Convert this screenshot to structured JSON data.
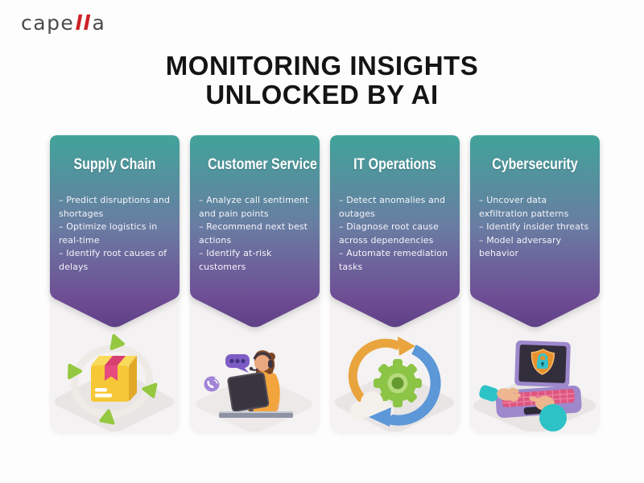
{
  "logo": {
    "prefix": "cape",
    "accent": "ll",
    "suffix": "a"
  },
  "title": {
    "line1": "MONITORING INSIGHTS",
    "line2": "UNLOCKED BY AI"
  },
  "colors": {
    "banner_gradient_top": "#41A39A",
    "banner_gradient_mid": "#6A7CA2",
    "banner_gradient_bottom": "#6E4C94",
    "panel_background": "#F4F2F2",
    "page_background": "#FDFDFD",
    "logo_accent": "#CC2026",
    "card_text": "#FFFFFF",
    "title_text": "#141414"
  },
  "cards": [
    {
      "title": "Supply Chain",
      "icon": "package-cycle-illustration",
      "items": [
        "– Predict disruptions and shortages",
        "– Optimize logistics in real-time",
        "– Identify root causes of delays"
      ]
    },
    {
      "title": "Customer Service",
      "icon": "support-agent-illustration",
      "items": [
        "– Analyze call sentiment and pain points",
        "– Recommend next best actions",
        "– Identify at-risk customers"
      ]
    },
    {
      "title": "IT Operations",
      "icon": "cloud-gear-sync-illustration",
      "items": [
        "– Detect anomalies and outages",
        "– Diagnose root cause across dependencies",
        "– Automate remediation tasks"
      ]
    },
    {
      "title": "Cybersecurity",
      "icon": "laptop-shield-lock-illustration",
      "items": [
        "– Uncover data exfiltration patterns",
        "– Identify insider threats",
        "– Model adversary behavior"
      ]
    }
  ]
}
